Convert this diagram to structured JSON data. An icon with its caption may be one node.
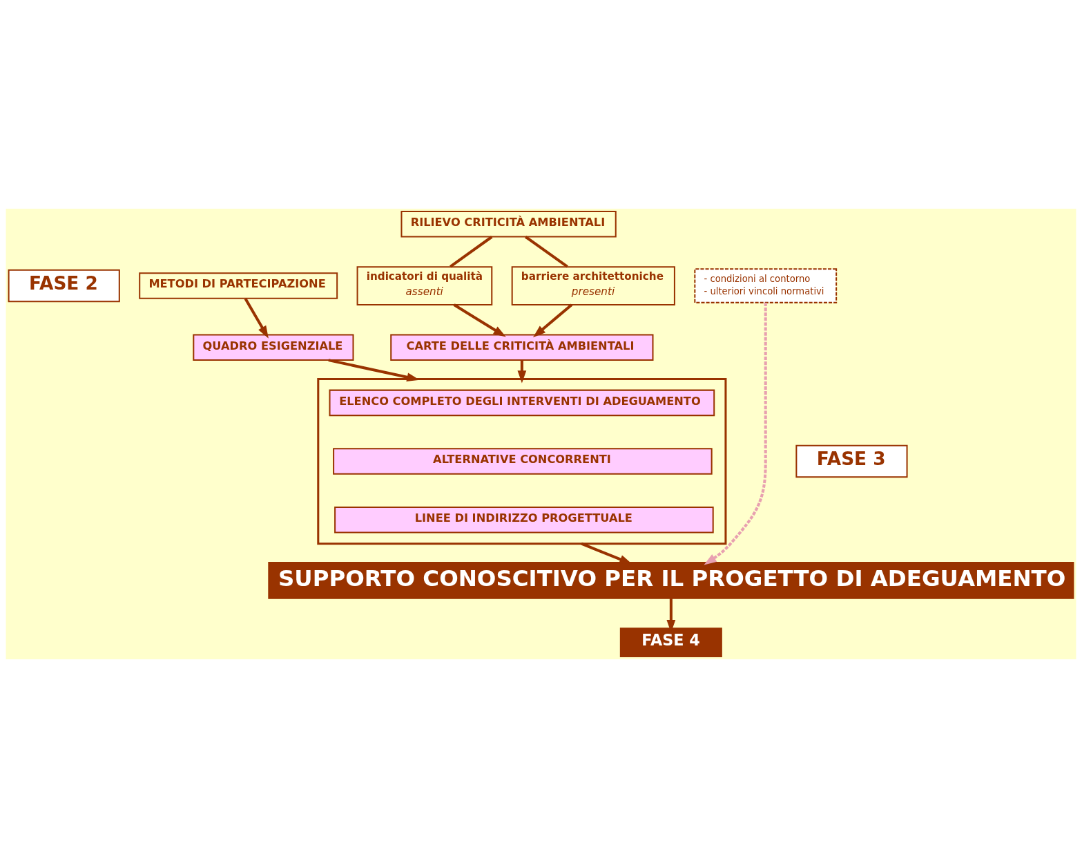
{
  "diagram": {
    "nodes": [
      {
        "text": [
          "FASE 2"
        ]
      },
      {
        "text": [
          "METODI DI PARTECIPAZIONE"
        ]
      },
      {
        "text": [
          "RILIEVO CRITICITÀ AMBIENTALI"
        ]
      },
      {
        "text": [
          "barriere architettoniche",
          "presenti"
        ]
      },
      {
        "text": [
          "indicatori di qualità",
          "assenti"
        ]
      },
      {
        "text": [
          "- condizioni al contorno",
          "- ulteriori vincoli normativi"
        ]
      },
      {
        "text": [
          "QUADRO ESIGENZIALE"
        ]
      },
      {
        "text": [
          "CARTE DELLE CRITICITÀ AMBIENTALI"
        ]
      },
      {
        "text": [
          "FASE 3"
        ]
      },
      {
        "text": [],
        "shape": "box"
      },
      {
        "text": [
          "ELENCO COMPLETO DEGLI INTERVENTI DI ADEGUAMENTO"
        ],
        "in": 9
      },
      {
        "text": [
          "ALTERNATIVE CONCORRENTI"
        ],
        "in": 9
      },
      {
        "text": [
          "LINEE DI INDIRIZZO PROGETTUALE"
        ],
        "in": 9
      },
      {
        "text": [
          "SUPPORTO CONOSCITIVO PER IL PROGETTO DI ADEGUAMENTO"
        ]
      },
      {
        "text": [
          "FASE 4"
        ]
      }
    ],
    "edges": [
      {
        "from": 1,
        "to": 6,
        "arrow": "to"
      },
      {
        "from": 2,
        "to": 3,
        "arrow": "none"
      },
      {
        "from": 2,
        "to": 4,
        "arrow": "none"
      },
      {
        "from": 3,
        "to": 7,
        "arrow": "to"
      },
      {
        "from": 4,
        "to": 7,
        "arrow": "to"
      },
      {
        "from": 5,
        "to": 13,
        "arrow": "to",
        "style": "dashed",
        "color": "#e8a0b0"
      },
      {
        "from": 6,
        "to": 9,
        "arrow": "to"
      },
      {
        "from": 7,
        "to": 9,
        "arrow": "to"
      },
      {
        "from": 9,
        "to": 13,
        "arrow": "to"
      },
      {
        "from": 13,
        "to": 14,
        "arrow": "to"
      }
    ]
  }
}
